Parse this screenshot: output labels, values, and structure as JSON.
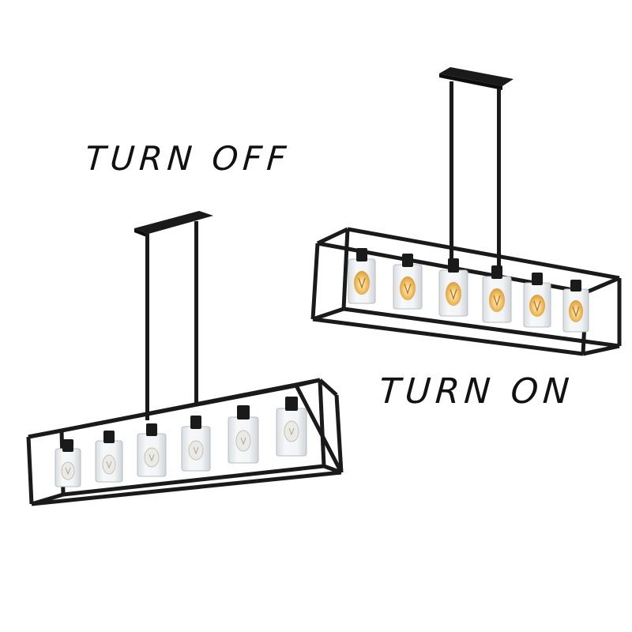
{
  "labels": {
    "off": "TURN OFF",
    "on": "TURN ON"
  },
  "colors": {
    "background": "#ffffff",
    "frame": "#1a1a1a",
    "glass": "#eef1f3",
    "bulb_on": "#f6c772",
    "filament": "#c98a2c"
  },
  "fixtures": [
    {
      "name": "fixture-off",
      "state": "off",
      "bulb_count": 6
    },
    {
      "name": "fixture-on",
      "state": "on",
      "bulb_count": 6
    }
  ]
}
